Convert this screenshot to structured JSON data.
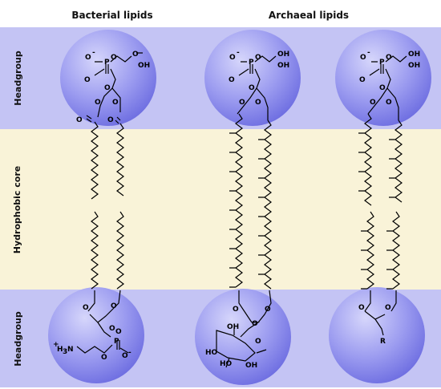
{
  "titles": {
    "bacterial": "Bacterial lipids",
    "archaeal": "Archaeal lipids"
  },
  "regions": {
    "headgroup_top": "Headgroup",
    "core": "Hydrophobic core",
    "headgroup_bottom": "Headgroup"
  },
  "chem": {
    "o_minus": "O",
    "charge_minus": "-",
    "p": "P",
    "o": "O",
    "oh": "OH",
    "h3n": "H",
    "plus": "+",
    "three": "3",
    "n": "N",
    "ho": "HO",
    "r": "R"
  },
  "colors": {
    "headgroup_band": "#c4c4f4",
    "core_band": "#f9f3d8",
    "sphere": "#7474e8"
  }
}
